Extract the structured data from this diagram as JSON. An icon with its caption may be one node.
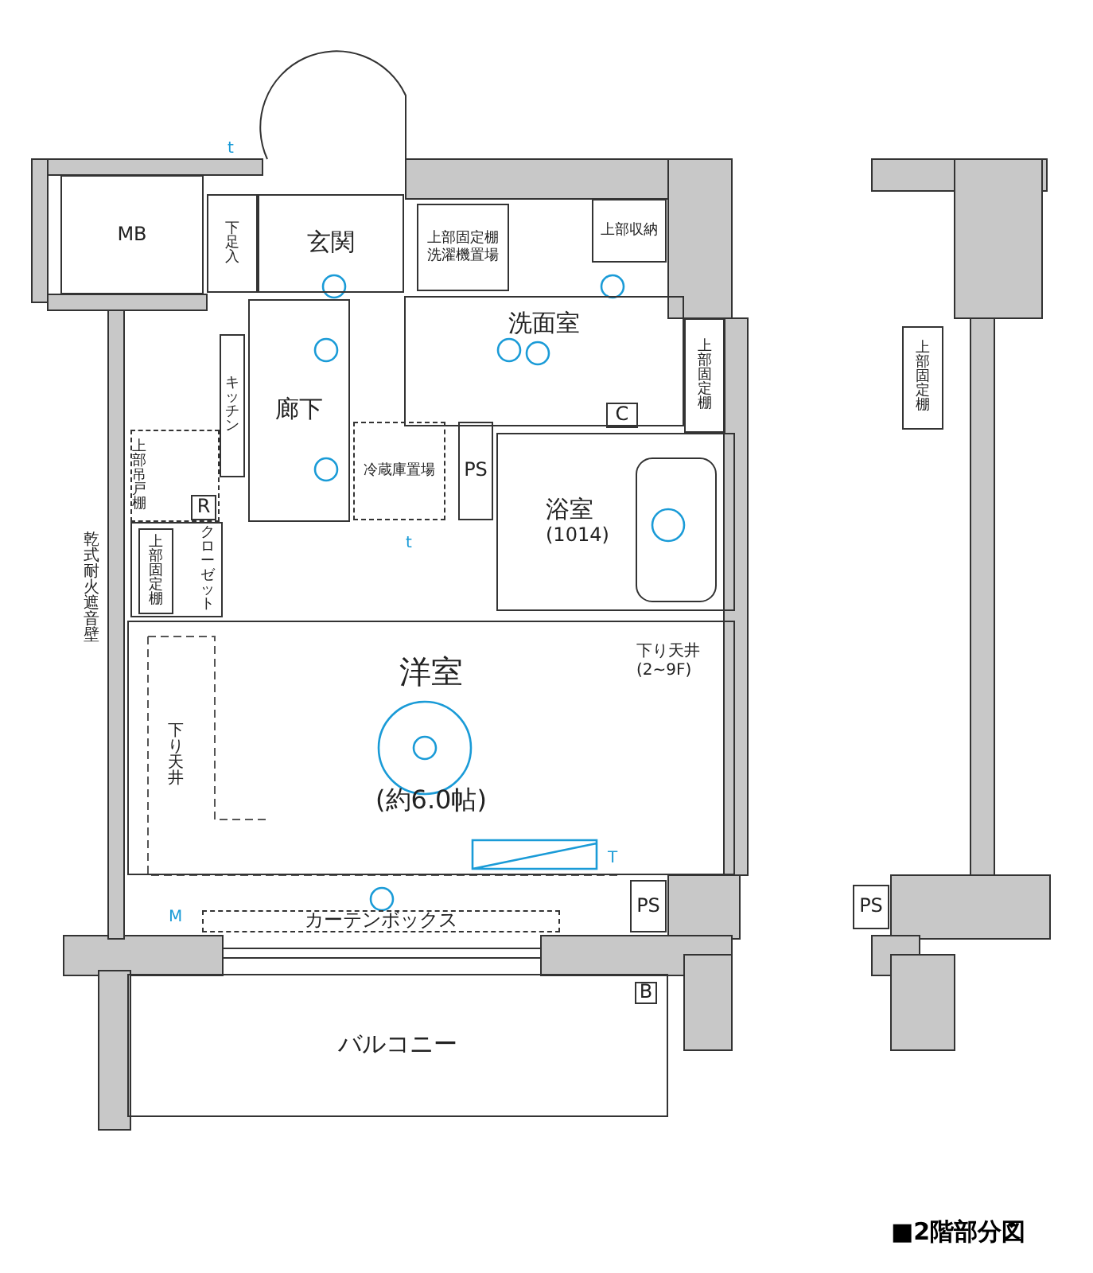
{
  "diagram": {
    "title": "■2階部分図",
    "nodes": [
      {
        "text": [
          "MB"
        ]
      },
      {
        "text": [
          "下足入"
        ]
      },
      {
        "text": [
          "玄関"
        ]
      },
      {
        "text": [
          "上部固定棚",
          "洗濯機置場"
        ]
      },
      {
        "text": [
          "上部収納"
        ]
      },
      {
        "text": [
          "洗面室"
        ]
      },
      {
        "text": [
          "C"
        ],
        "in": 5
      },
      {
        "text": [
          "上部固定棚"
        ]
      },
      {
        "text": [
          "キッチン"
        ]
      },
      {
        "text": [
          "廊下"
        ]
      },
      {
        "text": [
          "冷蔵庫置場"
        ]
      },
      {
        "text": [
          "PS"
        ]
      },
      {
        "text": [
          "浴室",
          "(1014)"
        ]
      },
      {
        "text": [
          "上部吊戸棚"
        ]
      },
      {
        "text": [
          "R"
        ],
        "in": 13
      },
      {
        "text": [
          "クローゼット"
        ]
      },
      {
        "text": [
          "上部固定棚"
        ],
        "in": 15
      },
      {
        "text": [
          "洋室",
          "(約6.0帖)"
        ]
      },
      {
        "text": [
          "PS"
        ]
      },
      {
        "text": [
          "カーテンボックス"
        ]
      },
      {
        "text": [
          "バルコニー"
        ]
      },
      {
        "text": [
          "B"
        ],
        "in": 20
      },
      {
        "text": [
          "上部固定棚"
        ]
      },
      {
        "text": [
          "PS"
        ]
      }
    ],
    "labels": [
      "t",
      "乾式耐火遮音壁",
      "t",
      "下り天井 (2~9F)",
      "下り天井",
      "T",
      "M"
    ]
  }
}
